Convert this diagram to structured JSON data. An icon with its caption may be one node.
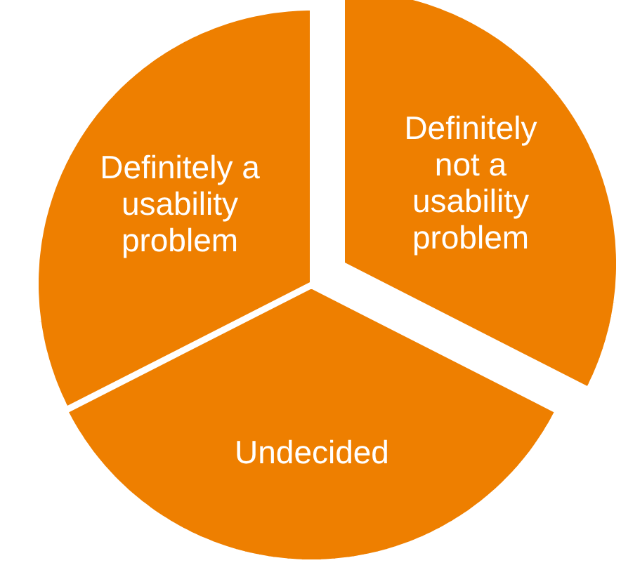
{
  "diagram": {
    "nodes": [
      {
        "text": [
          "Definitely a usability problem"
        ]
      },
      {
        "text": [
          "Definitely not a usability problem"
        ]
      },
      {
        "text": [
          "Undecided"
        ]
      }
    ]
  }
}
